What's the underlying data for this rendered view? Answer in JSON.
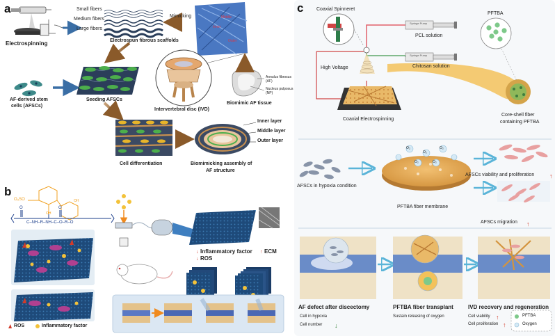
{
  "panels": {
    "a": {
      "letter": "a",
      "electrospinning": "Electrospinning",
      "small_fibers": "Small fibers",
      "medium_fibers": "Medium fibers",
      "large_fibers": "Large fibers",
      "scaffolds": "Electrospun fibrous scaffolds",
      "mimicking": "Mimicking",
      "afsc_line1": "AF-derived stem",
      "afsc_line2": "cells (AFSCs)",
      "seeding": "Seeding  AFSCs",
      "ivd": "Intervertebral disc (IVD)",
      "annulus_line1": "Annulus fibrosus",
      "annulus_line2": "(AF)",
      "nucleus_line1": "Nucleus pulposus",
      "nucleus_line2": "(NP)",
      "biomimic_tissue": "Biomimic AF tissue",
      "cell_diff": "Cell differentiation",
      "inner_layer": "Inner layer",
      "middle_layer": "Middle layer",
      "outer_layer": "Outer layer",
      "assembly_line1": "Biomimicking assembly of",
      "assembly_line2": "AF structure"
    },
    "b": {
      "letter": "b",
      "inflammatory_factor": "Inflammatory factor",
      "ecm": "ECM",
      "ros": "ROS",
      "legend_ros": "ROS",
      "legend_inflam": "Inflammatory factor",
      "chem_chain": "C–NH–R–NH–C–O–R–O",
      "so3": "O₃SO",
      "colors": {
        "mat_blue": "#1e4a7a",
        "orange": "#f0a020",
        "magenta": "#b04090",
        "red": "#d23b2a"
      }
    },
    "c": {
      "letter": "c",
      "coaxial_spinneret": "Coaxial Spinneret",
      "pftba": "PFTBA",
      "pcl_solution": "PCL solution",
      "chitosan_solution": "Chitosan solution",
      "syringe_text": "Syringe Pump",
      "high_voltage": "High Voltage",
      "coaxial_electrospinning": "Coaxial Electrospinning",
      "core_shell_line1": "Core-shell fiber",
      "core_shell_line2": "containing PFTBA",
      "afsc_hypoxia": "AFSCs in hypoxia condition",
      "o2": "O₂",
      "fiber_membrane": "PFTBA fiber membrane",
      "viability_prolif": "AFSCs viability and proliferation",
      "migration": "AFSCs migration",
      "af_defect_title": "AF defect after discectomy",
      "cell_hypoxia": "Cell in hypoxia",
      "cell_number": "Cell number",
      "transplant_title": "PFTBA fiber transplant",
      "sustain": "Sustain releasing of oxygen",
      "recovery_title": "IVD recovery and regeneration",
      "cell_viability": "Cell viability",
      "cell_prolif": "Cell proliferation",
      "legend_pftba": "PFTBA",
      "legend_oxygen": "Oxygen",
      "colors": {
        "background": "#f6f8fa",
        "pcl_line": "#e0606a",
        "chitosan_line": "#5fa86a",
        "arrow": "#5ab4d8",
        "up_arrow": "#d23b2a",
        "down_arrow": "#2e7d32",
        "pftba_green": "#7ec98a",
        "tube": "#f3c25a"
      }
    }
  }
}
